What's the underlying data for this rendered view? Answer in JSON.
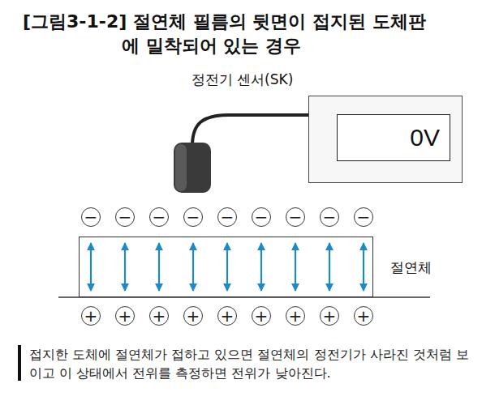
{
  "diagram": {
    "title": "[그림3-1-2] 절연체 필름의 뒷면이 접지된 도체판에 밀착되어 있는 경우",
    "caption": "접지한 도체에 절연체가 접하고 있으면 절연체의 정전기가 사라진 것처럼 보이고 이 상태에서 전위를 측정하면 전위가 낮아진다.",
    "nodes": [
      {
        "text": [
          "정전기 센서(SK)"
        ]
      },
      {
        "text": [
          "0V"
        ],
        "in": 0
      },
      {
        "text": [
          "−"
        ]
      },
      {
        "text": [
          "−"
        ]
      },
      {
        "text": [
          "−"
        ]
      },
      {
        "text": [
          "−"
        ]
      },
      {
        "text": [
          "−"
        ]
      },
      {
        "text": [
          "−"
        ]
      },
      {
        "text": [
          "−"
        ]
      },
      {
        "text": [
          "−"
        ]
      },
      {
        "text": [
          "−"
        ]
      },
      {
        "text": [
          "절연체"
        ]
      },
      {
        "text": [
          "+"
        ]
      },
      {
        "text": [
          "+"
        ]
      },
      {
        "text": [
          "+"
        ]
      },
      {
        "text": [
          "+"
        ]
      },
      {
        "text": [
          "+"
        ]
      },
      {
        "text": [
          "+"
        ]
      },
      {
        "text": [
          "+"
        ]
      },
      {
        "text": [
          "+"
        ]
      },
      {
        "text": [
          "+"
        ]
      }
    ]
  }
}
